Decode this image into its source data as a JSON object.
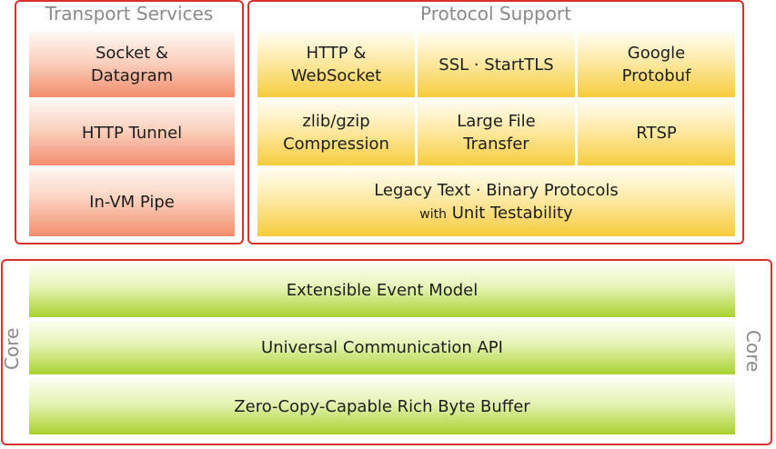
{
  "transport": {
    "title": "Transport Services",
    "items": [
      {
        "line1": "Socket &",
        "line2": "Datagram"
      },
      {
        "line1": "HTTP Tunnel"
      },
      {
        "line1": "In-VM Pipe"
      }
    ]
  },
  "protocol": {
    "title": "Protocol Support",
    "items": [
      {
        "line1": "HTTP &",
        "line2": "WebSocket"
      },
      {
        "line1": "SSL · StartTLS"
      },
      {
        "line1": "Google",
        "line2": "Protobuf"
      },
      {
        "line1": "zlib/gzip",
        "line2": "Compression"
      },
      {
        "line1": "Large File",
        "line2": "Transfer"
      },
      {
        "line1": "RTSP"
      }
    ],
    "legacy": {
      "line1": "Legacy Text · Binary Protocols",
      "line2_prefix": "with",
      "line2": "Unit Testability"
    }
  },
  "core": {
    "side_label_left": "Core",
    "side_label_right": "Core",
    "layers": [
      "Extensible Event Model",
      "Universal Communication API",
      "Zero-Copy-Capable Rich Byte Buffer"
    ]
  },
  "colors": {
    "border": "#d9322e",
    "transport_fill": "#f28d6d",
    "protocol_fill": "#f6cc3c",
    "core_fill": "#a9d12f",
    "title_text": "#8a8a8a"
  }
}
